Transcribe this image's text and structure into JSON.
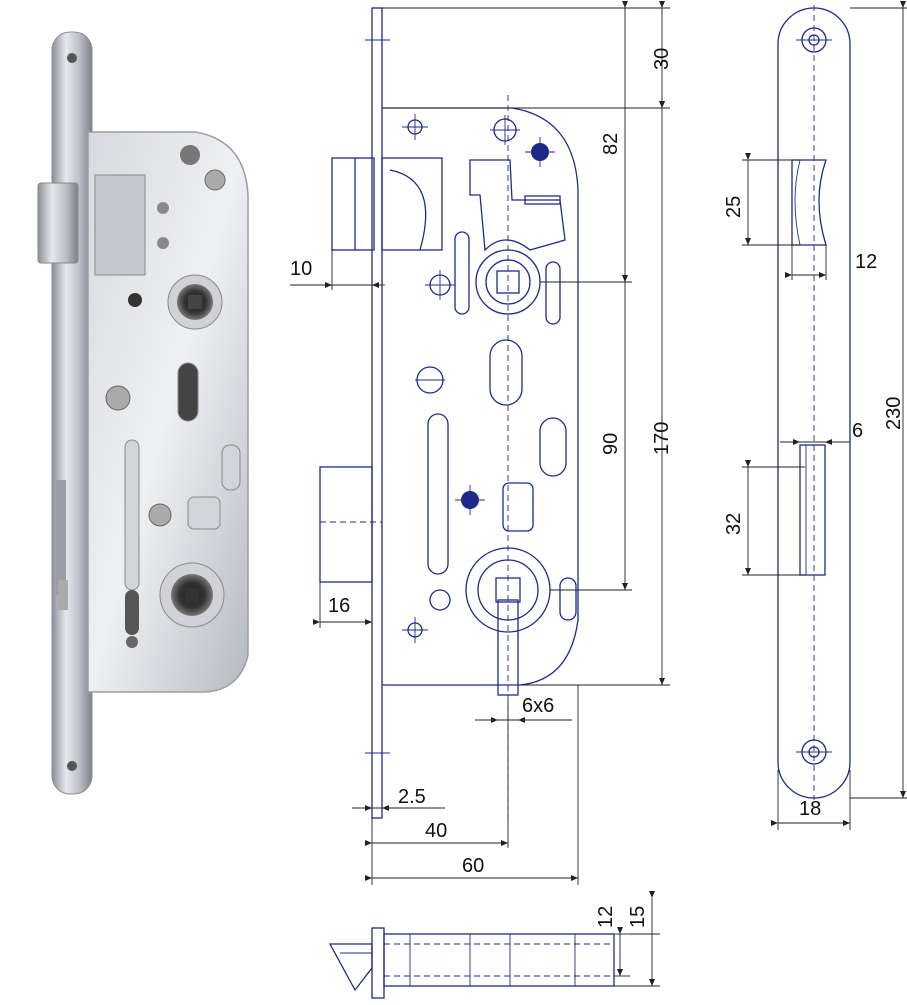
{
  "dimensions": {
    "d30": "30",
    "d82": "82",
    "d10": "10",
    "d170": "170",
    "d90": "90",
    "d16": "16",
    "d6x6": "6x6",
    "d2_5": "2.5",
    "d40": "40",
    "d60": "60",
    "d25": "25",
    "d12_side": "12",
    "d230": "230",
    "d6": "6",
    "d32": "32",
    "d18": "18",
    "d12_bottom": "12",
    "d15": "15"
  },
  "colors": {
    "drawing_lines": "#1e2a8a",
    "dimension_lines": "#222222",
    "steel": "#c9ccd3"
  }
}
